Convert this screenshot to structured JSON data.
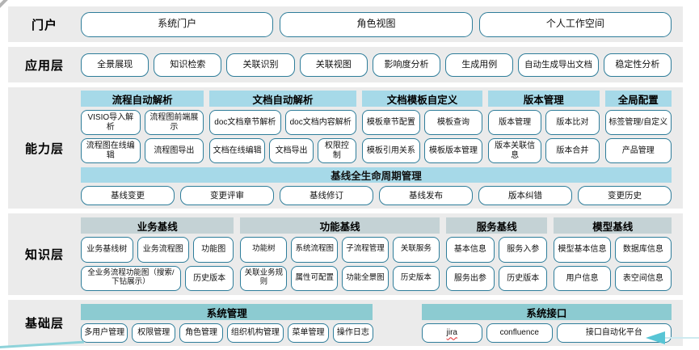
{
  "colors": {
    "band_bg": "#ebebeb",
    "button_border": "#2e7d9a",
    "capability_header": "#a6d9e8",
    "knowledge_header": "#c4d2d5",
    "base_header": "#8ccbd1",
    "arrow": "#58c5d5"
  },
  "portal": {
    "label": "门户",
    "items": [
      "系统门户",
      "角色视图",
      "个人工作空间"
    ]
  },
  "application": {
    "label": "应用层",
    "items": [
      "全景展现",
      "知识检索",
      "关联识别",
      "关联视图",
      "影响度分析",
      "生成用例",
      "自动生成导出文档",
      "稳定性分析"
    ]
  },
  "capability": {
    "label": "能力层",
    "groups": [
      {
        "header": "流程自动解析",
        "r1": [
          "VISIO导入解析",
          "流程图前端展示"
        ],
        "r2": [
          "流程图在线编辑",
          "流程图导出"
        ]
      },
      {
        "header": "文档自动解析",
        "r1": [
          "doc文档章节解析",
          "doc文档内容解析"
        ],
        "r2": [
          "文档在线编辑",
          "文档导出",
          "权限控制"
        ]
      },
      {
        "header": "文档模板自定义",
        "r1": [
          "模板章节配置",
          "模板查询"
        ],
        "r2": [
          "模板引用关系",
          "模板版本管理"
        ]
      },
      {
        "header": "版本管理",
        "r1": [
          "版本管理",
          "版本比对"
        ],
        "r2": [
          "版本关联信息",
          "版本合并"
        ]
      },
      {
        "header": "全局配置",
        "r1": [
          "标签管理/自定义"
        ],
        "r2": [
          "产品管理"
        ]
      }
    ],
    "baseline": {
      "header": "基线全生命周期管理",
      "items": [
        "基线变更",
        "变更评审",
        "基线修订",
        "基线发布",
        "版本纠错",
        "变更历史"
      ]
    }
  },
  "knowledge": {
    "label": "知识层",
    "groups": [
      {
        "header": "业务基线",
        "r1": [
          "业务基线树",
          "业务流程图",
          "功能图"
        ],
        "r2": [
          "全业务流程功能图（搜索/下钻展示）",
          "历史版本"
        ]
      },
      {
        "header": "功能基线",
        "r1": [
          "功能树",
          "系统流程图",
          "子流程管理",
          "关联服务"
        ],
        "r2": [
          "关联业务规则",
          "属性可配置",
          "功能全景图",
          "历史版本"
        ]
      },
      {
        "header": "服务基线",
        "r1": [
          "基本信息",
          "服务入参"
        ],
        "r2": [
          "服务出参",
          "历史版本"
        ]
      },
      {
        "header": "模型基线",
        "r1": [
          "模型基本信息",
          "数据库信息"
        ],
        "r2": [
          "用户信息",
          "表空间信息"
        ]
      }
    ]
  },
  "base": {
    "label": "基础层",
    "groups": [
      {
        "header": "系统管理",
        "items": [
          "多用户管理",
          "权限管理",
          "角色管理",
          "组织机构管理",
          "菜单管理",
          "操作日志"
        ]
      },
      {
        "header": "系统接口",
        "items": [
          "jira",
          "confluence",
          "接口自动化平台"
        ]
      }
    ]
  }
}
